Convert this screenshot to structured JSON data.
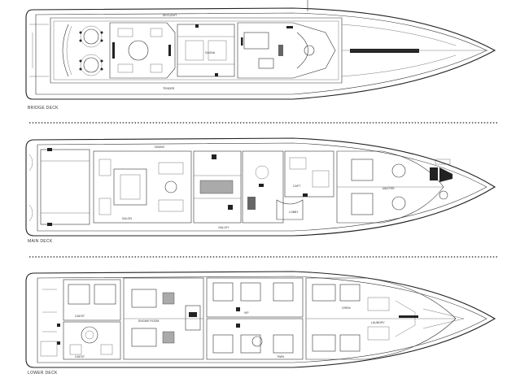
{
  "decks": [
    {
      "label": "BRIDGE DECK"
    },
    {
      "label": "MAIN DECK"
    },
    {
      "label": "LOWER DECK"
    }
  ],
  "room_labels": {
    "bridge": [
      "SKYLIGHT",
      "TENDER",
      "SAUNA"
    ],
    "main": [
      "GALLEY",
      "DINING",
      "SALON",
      "CAPT",
      "LOBBY",
      "MASTER"
    ],
    "lower": [
      "GUEST",
      "GUEST",
      "CREW",
      "ENGINE ROOM",
      "VIP",
      "TWIN",
      "LAUNDRY"
    ]
  }
}
